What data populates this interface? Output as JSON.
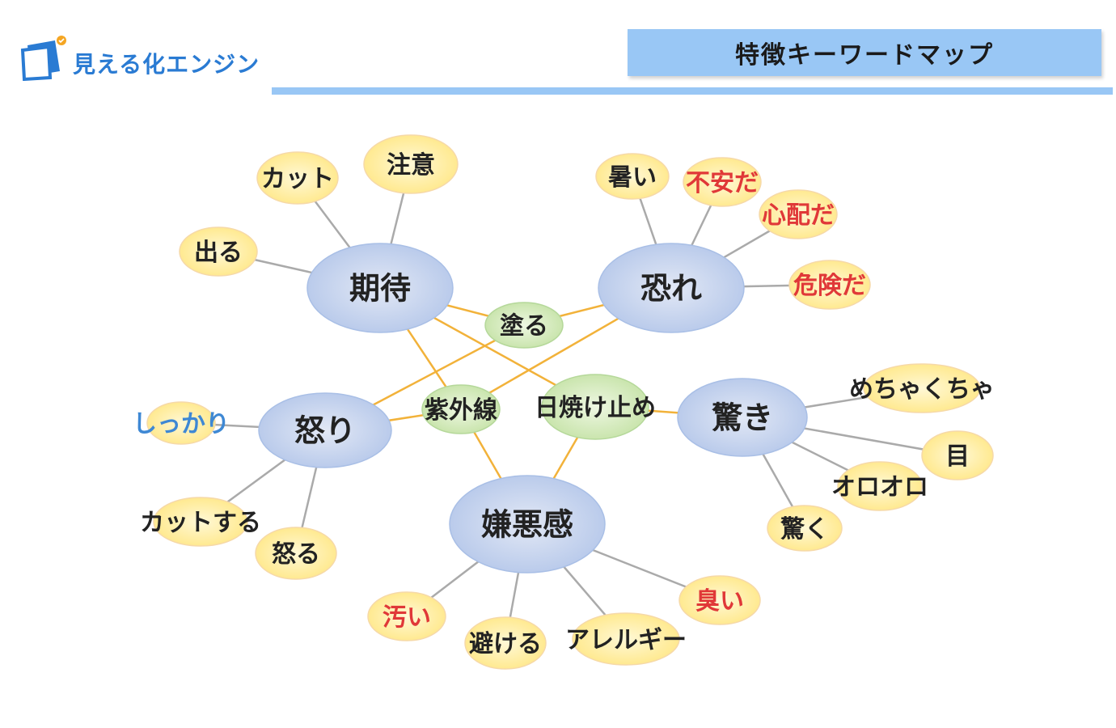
{
  "header": {
    "logo_text": "見える化エンジン",
    "title": "特徴キーワードマップ"
  },
  "colors": {
    "accent_blue": "#99c7f5",
    "logo_blue": "#2a7bd3",
    "hub_fill": "#c8d7ef",
    "bridge_fill": "#d6ecc0",
    "leaf_fill": "#ffef9e",
    "positive_text": "#222222",
    "negative_text": "#e03838",
    "neutral_text": "#3e88d4",
    "leaf_edge": "#aaaaaa",
    "bridge_edge": "#f2b23a"
  },
  "keyword_map": {
    "hubs": [
      "期待",
      "恐れ",
      "怒り",
      "驚き",
      "嫌悪感"
    ],
    "bridges": [
      "塗る",
      "紫外線",
      "日焼け止め"
    ],
    "leaves": [
      {
        "hub": "期待",
        "label": "カット",
        "tone": "positive"
      },
      {
        "hub": "期待",
        "label": "注意",
        "tone": "positive"
      },
      {
        "hub": "期待",
        "label": "出る",
        "tone": "positive"
      },
      {
        "hub": "恐れ",
        "label": "暑い",
        "tone": "positive"
      },
      {
        "hub": "恐れ",
        "label": "不安だ",
        "tone": "negative"
      },
      {
        "hub": "恐れ",
        "label": "心配だ",
        "tone": "negative"
      },
      {
        "hub": "恐れ",
        "label": "危険だ",
        "tone": "negative"
      },
      {
        "hub": "怒り",
        "label": "しっかり",
        "tone": "neutral"
      },
      {
        "hub": "怒り",
        "label": "カットする",
        "tone": "positive"
      },
      {
        "hub": "怒り",
        "label": "怒る",
        "tone": "positive"
      },
      {
        "hub": "驚き",
        "label": "めちゃくちゃ",
        "tone": "positive"
      },
      {
        "hub": "驚き",
        "label": "目",
        "tone": "positive"
      },
      {
        "hub": "驚き",
        "label": "オロオロ",
        "tone": "positive"
      },
      {
        "hub": "驚き",
        "label": "驚く",
        "tone": "positive"
      },
      {
        "hub": "嫌悪感",
        "label": "汚い",
        "tone": "negative"
      },
      {
        "hub": "嫌悪感",
        "label": "避ける",
        "tone": "positive"
      },
      {
        "hub": "嫌悪感",
        "label": "アレルギー",
        "tone": "positive"
      },
      {
        "hub": "嫌悪感",
        "label": "臭い",
        "tone": "negative"
      }
    ],
    "bridge_links": [
      [
        "塗る",
        "期待"
      ],
      [
        "塗る",
        "恐れ"
      ],
      [
        "塗る",
        "怒り"
      ],
      [
        "紫外線",
        "期待"
      ],
      [
        "紫外線",
        "恐れ"
      ],
      [
        "紫外線",
        "怒り"
      ],
      [
        "紫外線",
        "嫌悪感"
      ],
      [
        "日焼け止め",
        "期待"
      ],
      [
        "日焼け止め",
        "驚き"
      ],
      [
        "日焼け止め",
        "嫌悪感"
      ]
    ]
  }
}
